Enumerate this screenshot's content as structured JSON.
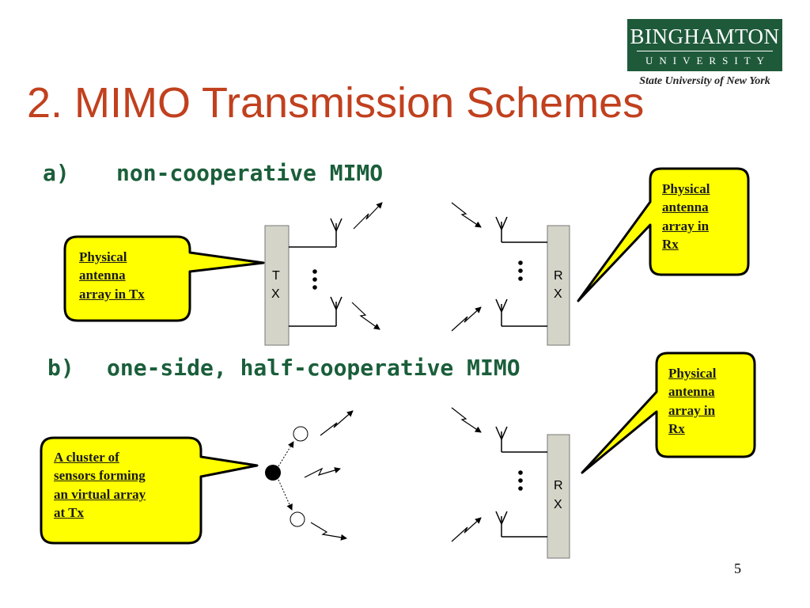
{
  "slide": {
    "title": "2. MIMO Transmission Schemes",
    "page_number": "5"
  },
  "logo": {
    "name": "BINGHAMTON",
    "subtitle": "UNIVERSITY",
    "tagline": "State University of New York"
  },
  "section_a": {
    "label": "a)",
    "text": "non-cooperative MIMO"
  },
  "section_b": {
    "label": "b)",
    "text": "one-side, half-cooperative MIMO"
  },
  "callouts": {
    "tx_a": [
      "Physical",
      "antenna",
      "array in Tx"
    ],
    "rx_a": [
      "Physical",
      "antenna",
      "array in",
      "Rx"
    ],
    "rx_b": [
      "Physical",
      "antenna",
      "array in",
      "Rx"
    ],
    "cluster_b": [
      "A cluster of",
      "sensors forming",
      "an virtual array",
      "at Tx"
    ]
  },
  "diagram": {
    "tx_box_label": [
      "T",
      "X"
    ],
    "rx_box_label": [
      "R",
      "X"
    ],
    "ellipsis": "⋮",
    "callout_fill": "#ffff00",
    "box_fill": "#d4d4c8"
  }
}
